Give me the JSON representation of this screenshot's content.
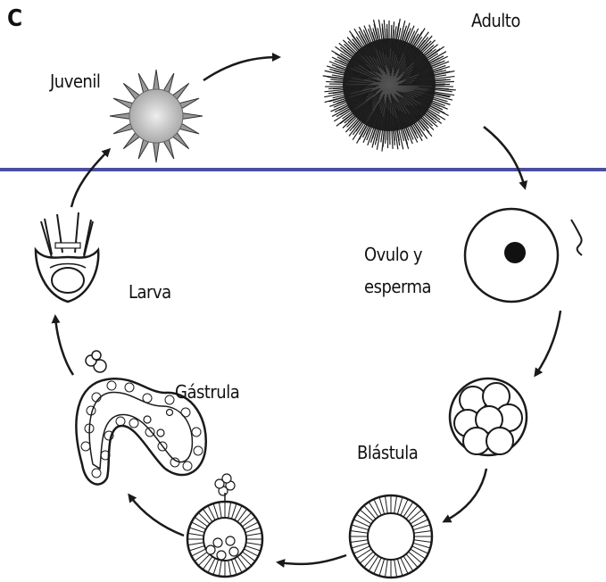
{
  "panel_letter": "C",
  "stages": {
    "adult": "Adulto",
    "juvenile": "Juvenil",
    "egg_sperm_line1": "Ovulo y",
    "egg_sperm_line2": "esperma",
    "blastula": "Blástula",
    "gastrula": "Gástrula",
    "larva": "Larva"
  },
  "colors": {
    "waterline": "#4a4fa0",
    "ink": "#1a1a1a"
  }
}
